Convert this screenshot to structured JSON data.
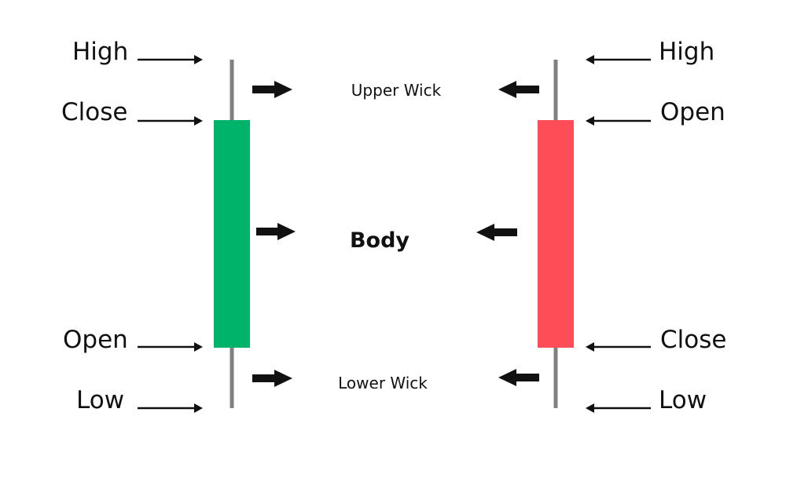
{
  "colors": {
    "background": "#ffffff",
    "bullish_body": "#00b36b",
    "bearish_body": "#ff4d57",
    "wick": "#808080",
    "text": "#111111"
  },
  "bullish_candle": {
    "high_label": "High",
    "close_label": "Close",
    "open_label": "Open",
    "low_label": "Low"
  },
  "bearish_candle": {
    "high_label": "High",
    "open_label": "Open",
    "close_label": "Close",
    "low_label": "Low"
  },
  "parts": {
    "upper_wick_label": "Upper Wick",
    "body_label": "Body",
    "lower_wick_label": "Lower Wick"
  }
}
